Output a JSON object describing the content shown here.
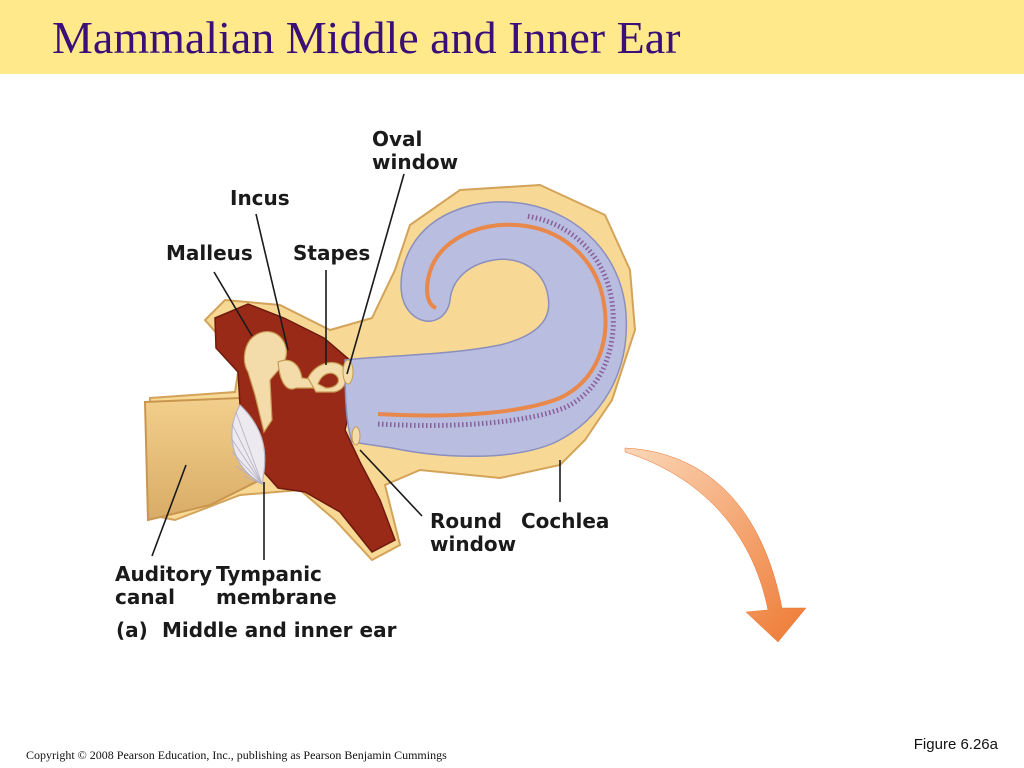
{
  "slide": {
    "title": "Mammalian Middle and Inner Ear",
    "figure_ref": "Figure 6.26a",
    "copyright": "Copyright © 2008 Pearson Education, Inc., publishing as Pearson Benjamin Cummings"
  },
  "diagram": {
    "labels": {
      "oval_window_1": "Oval",
      "oval_window_2": "window",
      "incus": "Incus",
      "malleus": "Malleus",
      "stapes": "Stapes",
      "round_window_1": "Round",
      "round_window_2": "window",
      "cochlea": "Cochlea",
      "auditory_canal_1": "Auditory",
      "auditory_canal_2": "canal",
      "tympanic_membrane_1": "Tympanic",
      "tympanic_membrane_2": "membrane"
    },
    "caption": {
      "letter": "(a)",
      "text": "Middle and inner ear"
    }
  },
  "colors": {
    "title_bar": "#ffe98a",
    "title_text": "#3a0f77",
    "bone": "#f4d08a",
    "middle_ear_cavity": "#9a2a18",
    "cochlea_fluid": "#b9bde0",
    "basilar_stripe": "#e8884a",
    "arrow": "#ee7a34"
  }
}
